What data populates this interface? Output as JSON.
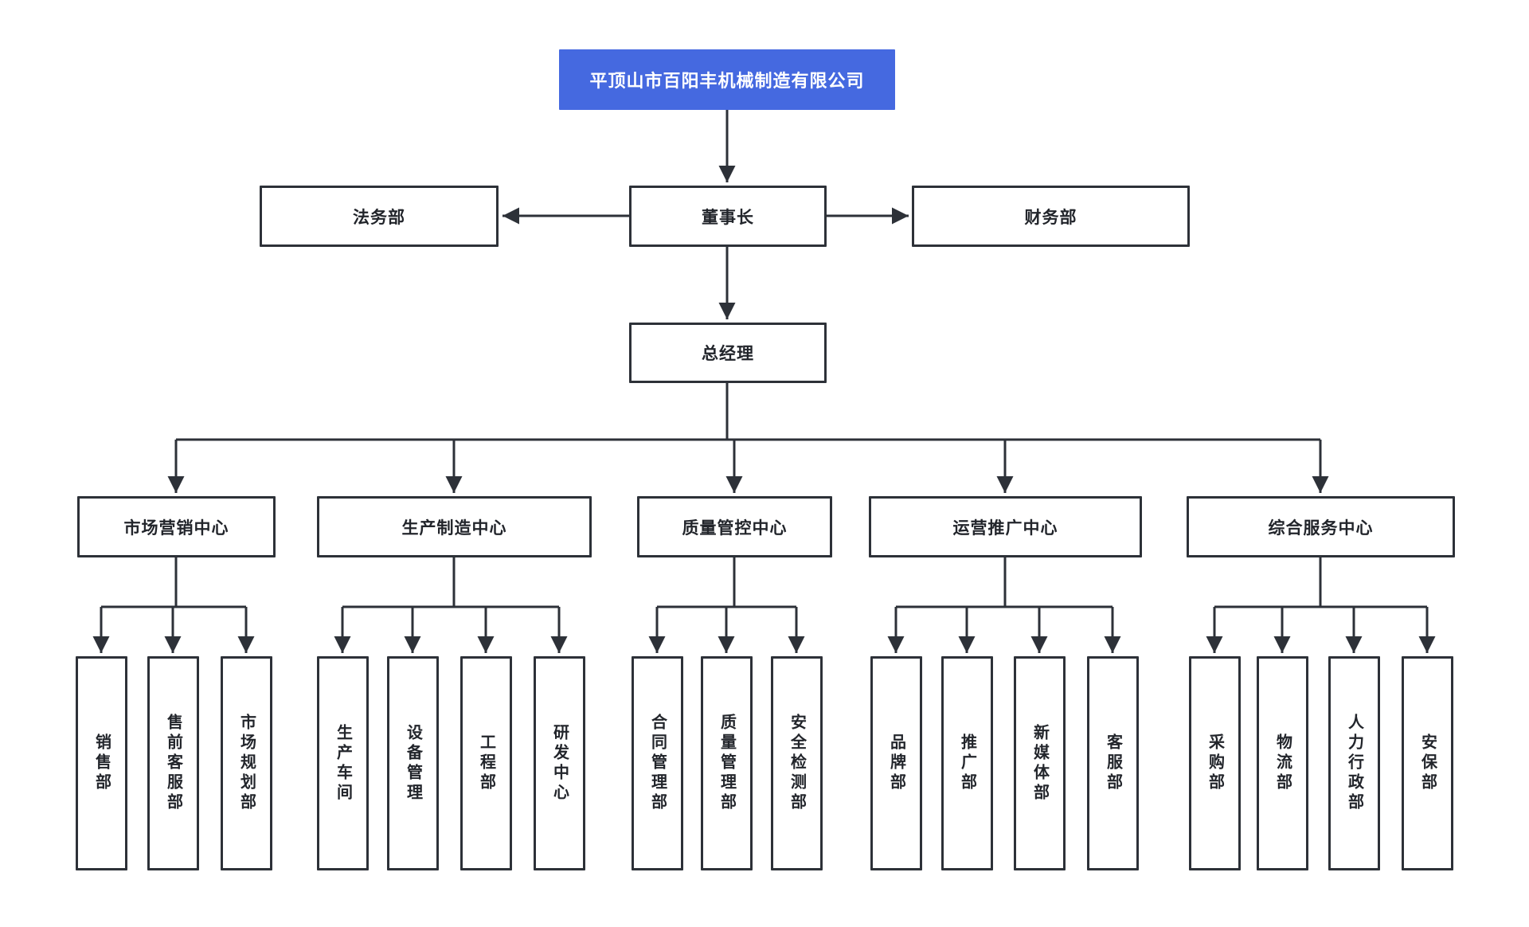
{
  "colors": {
    "accent_blue": "#4569e0",
    "line": "#2d3138",
    "node_background": "#ffffff",
    "text": "#22252b"
  },
  "org": {
    "company": "平顶山市百阳丰机械制造有限公司",
    "row2": [
      {
        "label": "法务部"
      },
      {
        "label": "董事长"
      },
      {
        "label": "财务部"
      }
    ],
    "general_manager": "总经理",
    "centers": [
      {
        "label": "市场营销中心",
        "departments": [
          "销售部",
          "售前客服部",
          "市场规划部"
        ]
      },
      {
        "label": "生产制造中心",
        "departments": [
          "生产车间",
          "设备管理",
          "工程部",
          "研发中心"
        ]
      },
      {
        "label": "质量管控中心",
        "departments": [
          "合同管理部",
          "质量管理部",
          "安全检测部"
        ]
      },
      {
        "label": "运营推广中心",
        "departments": [
          "品牌部",
          "推广部",
          "新媒体部",
          "客服部"
        ]
      },
      {
        "label": "综合服务中心",
        "departments": [
          "采购部",
          "物流部",
          "人力行政部",
          "安保部"
        ]
      }
    ]
  }
}
